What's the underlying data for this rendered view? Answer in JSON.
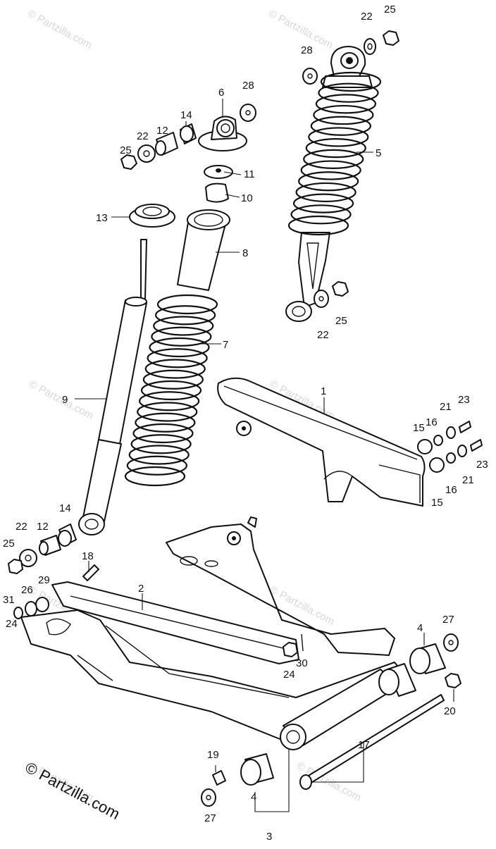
{
  "watermarks": [
    "© Partzilla.com",
    "© Partzilla.com",
    "© Partzilla.com",
    "© Partzilla.com",
    "© Partzilla.com",
    "© Partzilla.com",
    "© Partzilla.com",
    "© Partzilla.com"
  ],
  "copyright": "© Partzilla.com",
  "callouts": {
    "c25a": "25",
    "c22a": "22",
    "c28a": "28",
    "c5": "5",
    "c6": "6",
    "c28b": "28",
    "c14a": "14",
    "c12a": "12",
    "c22b": "22",
    "c25b": "25",
    "c11": "11",
    "c10": "10",
    "c13": "13",
    "c8": "8",
    "c22c": "22",
    "c25c": "25",
    "c7": "7",
    "c9": "9",
    "c1": "1",
    "c23a": "23",
    "c21a": "21",
    "c16a": "16",
    "c15a": "15",
    "c23b": "23",
    "c21b": "21",
    "c16b": "16",
    "c15b": "15",
    "c22d": "22",
    "c12b": "12",
    "c14b": "14",
    "c25d": "25",
    "c18": "18",
    "c2": "2",
    "c31": "31",
    "c26": "26",
    "c29": "29",
    "c24a": "24",
    "c30": "30",
    "c24b": "24",
    "c4a": "4",
    "c27a": "27",
    "c20": "20",
    "c17": "17",
    "c19": "19",
    "c4b": "4",
    "c27b": "27",
    "c3": "3"
  },
  "colors": {
    "ink": "#111111",
    "watermark": "#d7d7d7",
    "paper": "#ffffff"
  }
}
